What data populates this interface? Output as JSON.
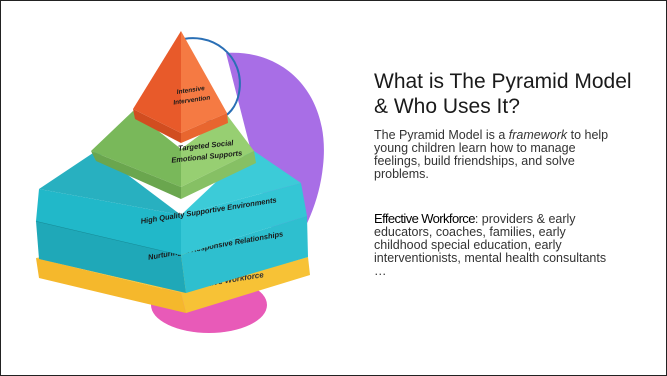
{
  "slide": {
    "title": "What is The Pyramid Model & Who Uses It?",
    "paragraph1": {
      "before": "The Pyramid Model is a ",
      "emphasis": "framework",
      "after": " to help young children learn how to manage feelings, build friendships, and solve problems."
    },
    "paragraph2": {
      "label": "Effective Workforce",
      "text": ": providers & early educators, coaches, families, early childhood special education, early interventionists, mental health consultants …"
    }
  },
  "pyramid": {
    "levels": [
      {
        "line1": "Intensive",
        "line2": "Intervention"
      },
      {
        "line1": "Targeted Social",
        "line2": "Emotional Supports"
      },
      {
        "line1": "High Quality Supportive Environments"
      },
      {
        "line1": "Nurturing & Responsive Relationships"
      },
      {
        "line1": "Effective Workforce"
      }
    ],
    "colors": {
      "orange": "#f26b38",
      "green": "#8cc56b",
      "teal": "#21b8c9",
      "yellow": "#f8c93a",
      "purple": "#a86ee6",
      "pink": "#e85ab8",
      "ring": "#2a6fb5"
    }
  }
}
